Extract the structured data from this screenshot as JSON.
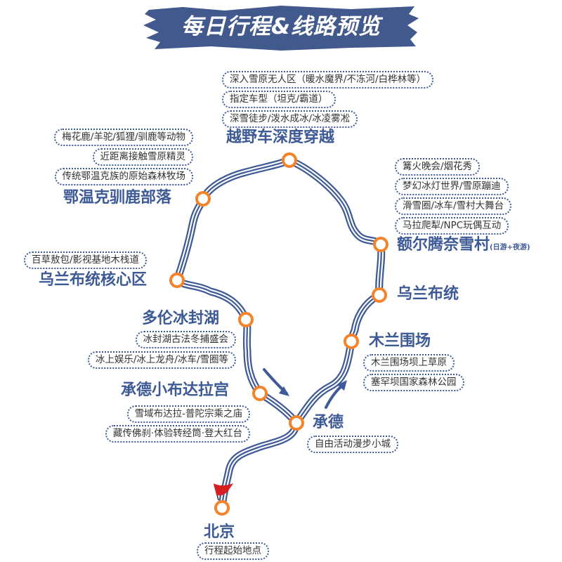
{
  "header": {
    "title": "每日行程&线路预览"
  },
  "colors": {
    "route": "#3f5a96",
    "node": "#f5832a",
    "banner": "#41598c",
    "flag": "#d61f1f"
  },
  "stations": [
    {
      "id": "offroad",
      "name": "越野车深度穿越",
      "notes": [
        "深入雪原无人区（暖水魔界/不冻河/白桦林等）",
        "指定车型（坦克/霸道）",
        "深雪徒步/泼水成冰/冰凌雾凇"
      ]
    },
    {
      "id": "ewenki",
      "name": "鄂温克驯鹿部落",
      "notes": [
        "梅花鹿/羊驼/狐狸/驯鹿等动物",
        "近距离接触雪原精灵",
        "传统鄂温克族的原始森林牧场"
      ]
    },
    {
      "id": "wulan-core",
      "name": "乌兰布统核心区",
      "notes": [
        "百草敖包/影视基地木栈道"
      ]
    },
    {
      "id": "duolun",
      "name": "多伦冰封湖",
      "notes": [
        "冰封湖古法冬捕盛会",
        "冰上娱乐/冰上龙舟/冰车/雪圈等"
      ]
    },
    {
      "id": "potala",
      "name": "承德小布达拉宫",
      "notes": [
        "雪域布达拉-普陀宗乘之庙",
        "藏传佛刹·体验转经筒·登大红台"
      ]
    },
    {
      "id": "chengde",
      "name": "承德",
      "notes": [
        "自由活动漫步小城"
      ]
    },
    {
      "id": "beijing",
      "name": "北京",
      "notes": [
        "行程起始地点"
      ]
    },
    {
      "id": "erteng",
      "name": "额尔腾奈雪村",
      "suffix": "(日游+夜游)",
      "notes": [
        "篝火晚会/烟花秀",
        "梦幻冰灯世界/雪原蹦迪",
        "滑雪圈/冰车/雪村大舞台",
        "马拉爬犁/NPC玩偶互动"
      ]
    },
    {
      "id": "wulan",
      "name": "乌兰布统",
      "notes": []
    },
    {
      "id": "mulan",
      "name": "木兰围场",
      "notes": [
        "木兰围场坝上草原",
        "塞罕坝国家森林公园"
      ]
    }
  ]
}
